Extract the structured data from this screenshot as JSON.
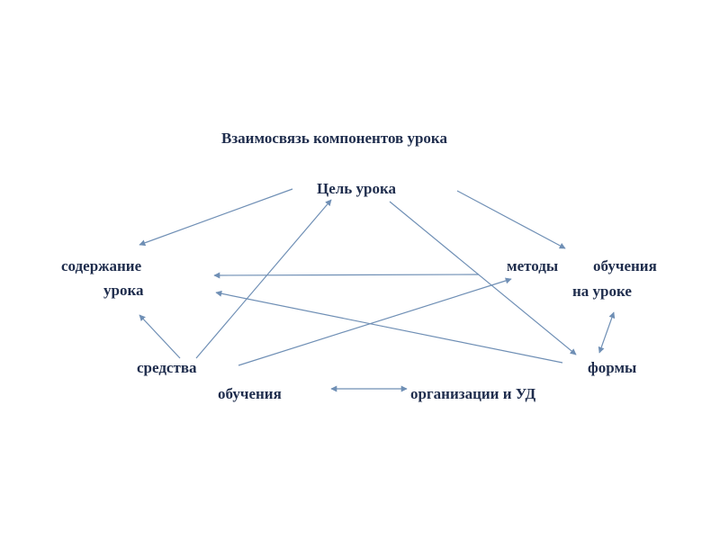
{
  "diagram": {
    "title": "Взаимосвязь компонентов урока",
    "nodes": {
      "goal": "Цель урока",
      "content_line1": "содержание",
      "content_line2": "урока",
      "methods_word1": "методы",
      "methods_word2": "обучения",
      "methods_line2": "на уроке",
      "means_line1": "средства",
      "means_line2": "обучения",
      "forms_line1": "формы",
      "forms_line2": "организации и УД"
    },
    "arrow_color": "#6f8fb5",
    "text_color": "#1f2d4d"
  }
}
